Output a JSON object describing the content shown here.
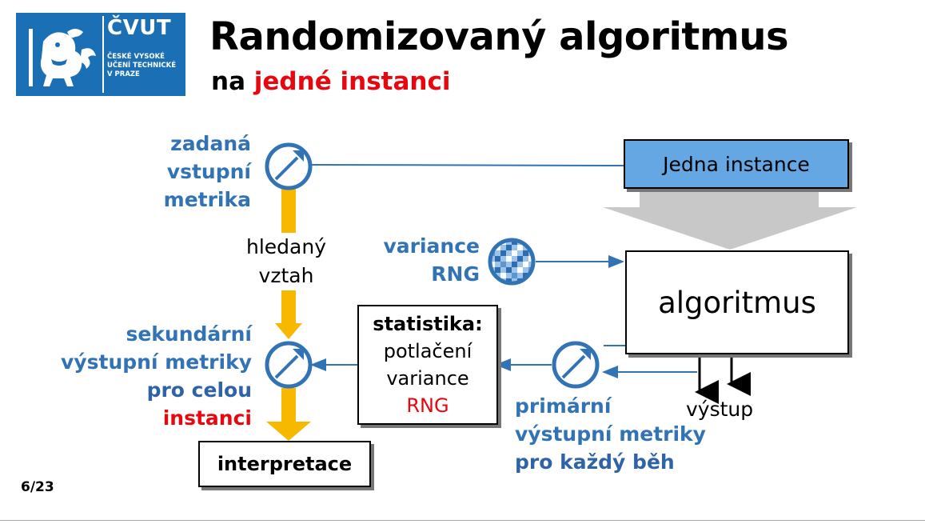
{
  "logo": {
    "brand": "ČVUT",
    "subtitle": "ČESKÉ VYSOKÉ\nUČENÍ TECHNICKÉ\nV PRAZE"
  },
  "title": "Randomizovaný algoritmus",
  "subtitle": {
    "prefix": "na ",
    "highlight": "jedné instanci"
  },
  "labels": {
    "input_metric": [
      "zadaná",
      "vstupní",
      "metrika"
    ],
    "relation": [
      "hledaný",
      "vztah"
    ],
    "variance": [
      "variance",
      "RNG"
    ],
    "secondary": [
      "sekundární",
      "výstupní metriky"
    ],
    "secondary_bold": "pro celou",
    "secondary_red": "instanci",
    "primary": [
      "primární",
      "výstupní metriky"
    ],
    "primary_bold": "pro každý běh",
    "output": "výstup"
  },
  "boxes": {
    "instance": "Jedna instance",
    "algorithm": "algoritmus",
    "statistics_title": "statistika:",
    "statistics_lines": [
      "potlačení",
      "variance"
    ],
    "statistics_red": "RNG",
    "interpretation": "interpretace"
  },
  "page_number": "6/23",
  "colors": {
    "accent_blue": "#3173b5",
    "instance_fill": "#64a7e3",
    "highlight_red": "#e8070f",
    "relation_arrow": "#f9b800",
    "logo_blue": "#1a6fb5",
    "funnel_gray": "#c8c8c8"
  },
  "icons": [
    "lion-crest-icon",
    "gauge-meter-icon",
    "noise-pattern-icon"
  ]
}
